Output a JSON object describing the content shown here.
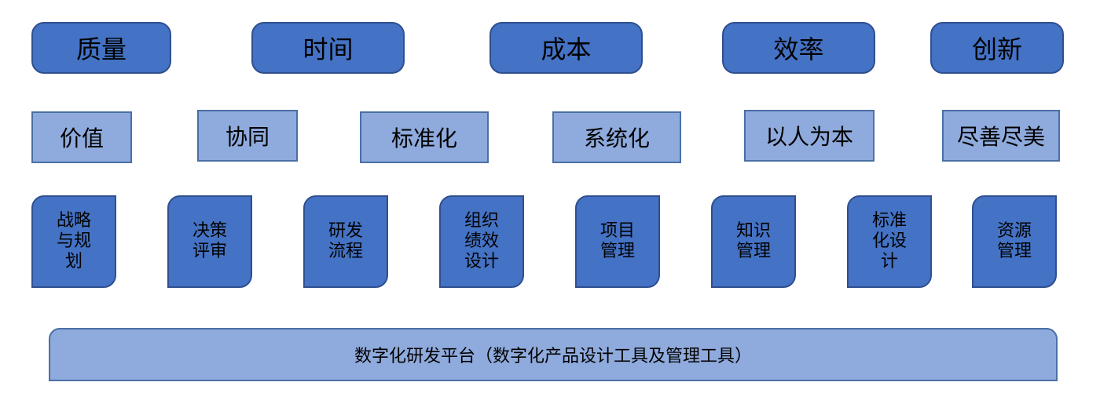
{
  "goals": [
    "质量",
    "时间",
    "成本",
    "效率",
    "创新"
  ],
  "principles": [
    "价值",
    "协同",
    "标准化",
    "系统化",
    "以人为本",
    "尽善尽美"
  ],
  "capabilities": [
    "战略\n与规\n划",
    "决策\n评审",
    "研发\n流程",
    "组织\n绩效\n设计",
    "项目\n管理",
    "知识\n管理",
    "标准\n化设\n计",
    "资源\n管理"
  ],
  "platform": "数字化研发平台（数字化产品设计工具及管理工具）",
  "colors": {
    "dark_blue": "#4472c4",
    "light_blue": "#8faadc"
  }
}
